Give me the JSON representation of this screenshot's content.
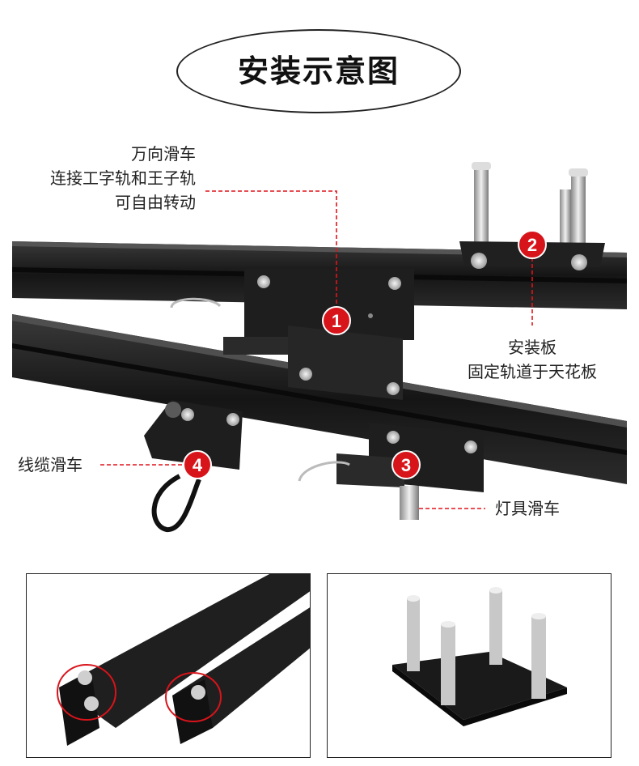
{
  "title": "安装示意图",
  "callouts": {
    "c1": {
      "number": "1",
      "lines": [
        "万向滑车",
        "连接工字轨和王子轨",
        "可自由转动"
      ]
    },
    "c2": {
      "number": "2",
      "lines": [
        "安装板",
        "固定轨道于天花板"
      ]
    },
    "c3": {
      "number": "3",
      "lines": [
        "灯具滑车"
      ]
    },
    "c4": {
      "number": "4",
      "lines": [
        "线缆滑车"
      ]
    }
  },
  "colors": {
    "marker": "#d8141b",
    "rail": "#1c1c1c",
    "metal": "#b8b8b8",
    "leader": "#e0141b"
  },
  "panels": [
    {
      "name": "rails-closeup",
      "icon": "rail-profile-image"
    },
    {
      "name": "mounting-plate-closeup",
      "icon": "anchor-plate-image"
    }
  ]
}
